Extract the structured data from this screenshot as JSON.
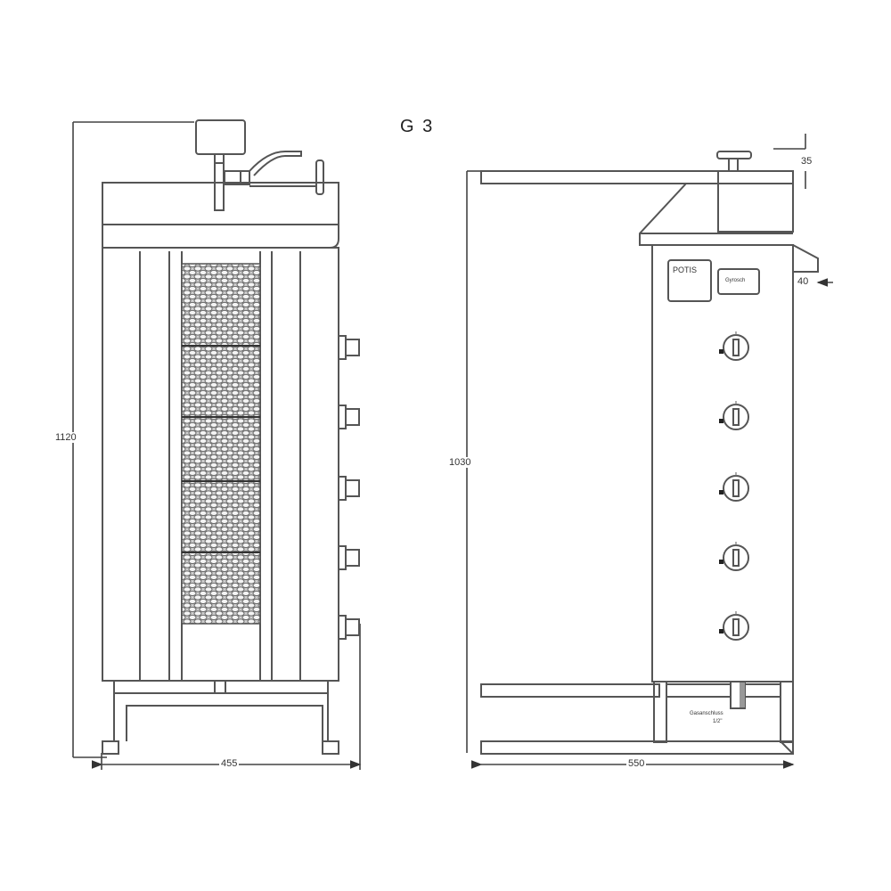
{
  "drawing": {
    "title": "G 3",
    "front_view": {
      "dimensions": {
        "height": "1120",
        "width": "455"
      },
      "burner_sections": 5,
      "control_knobs": 5
    },
    "side_view": {
      "dimensions": {
        "height": "1030",
        "depth": "550",
        "top_offset": "35",
        "side_offset": "40"
      },
      "labels": {
        "plate_left": "POTIS",
        "plate_right": "Gyrosch",
        "gas_connection": "Gasanschluss",
        "gas_connection_size": "1/2\""
      },
      "control_knobs": 5
    },
    "colors": {
      "line": "#555555",
      "background": "#ffffff",
      "mesh": "#888888"
    }
  }
}
